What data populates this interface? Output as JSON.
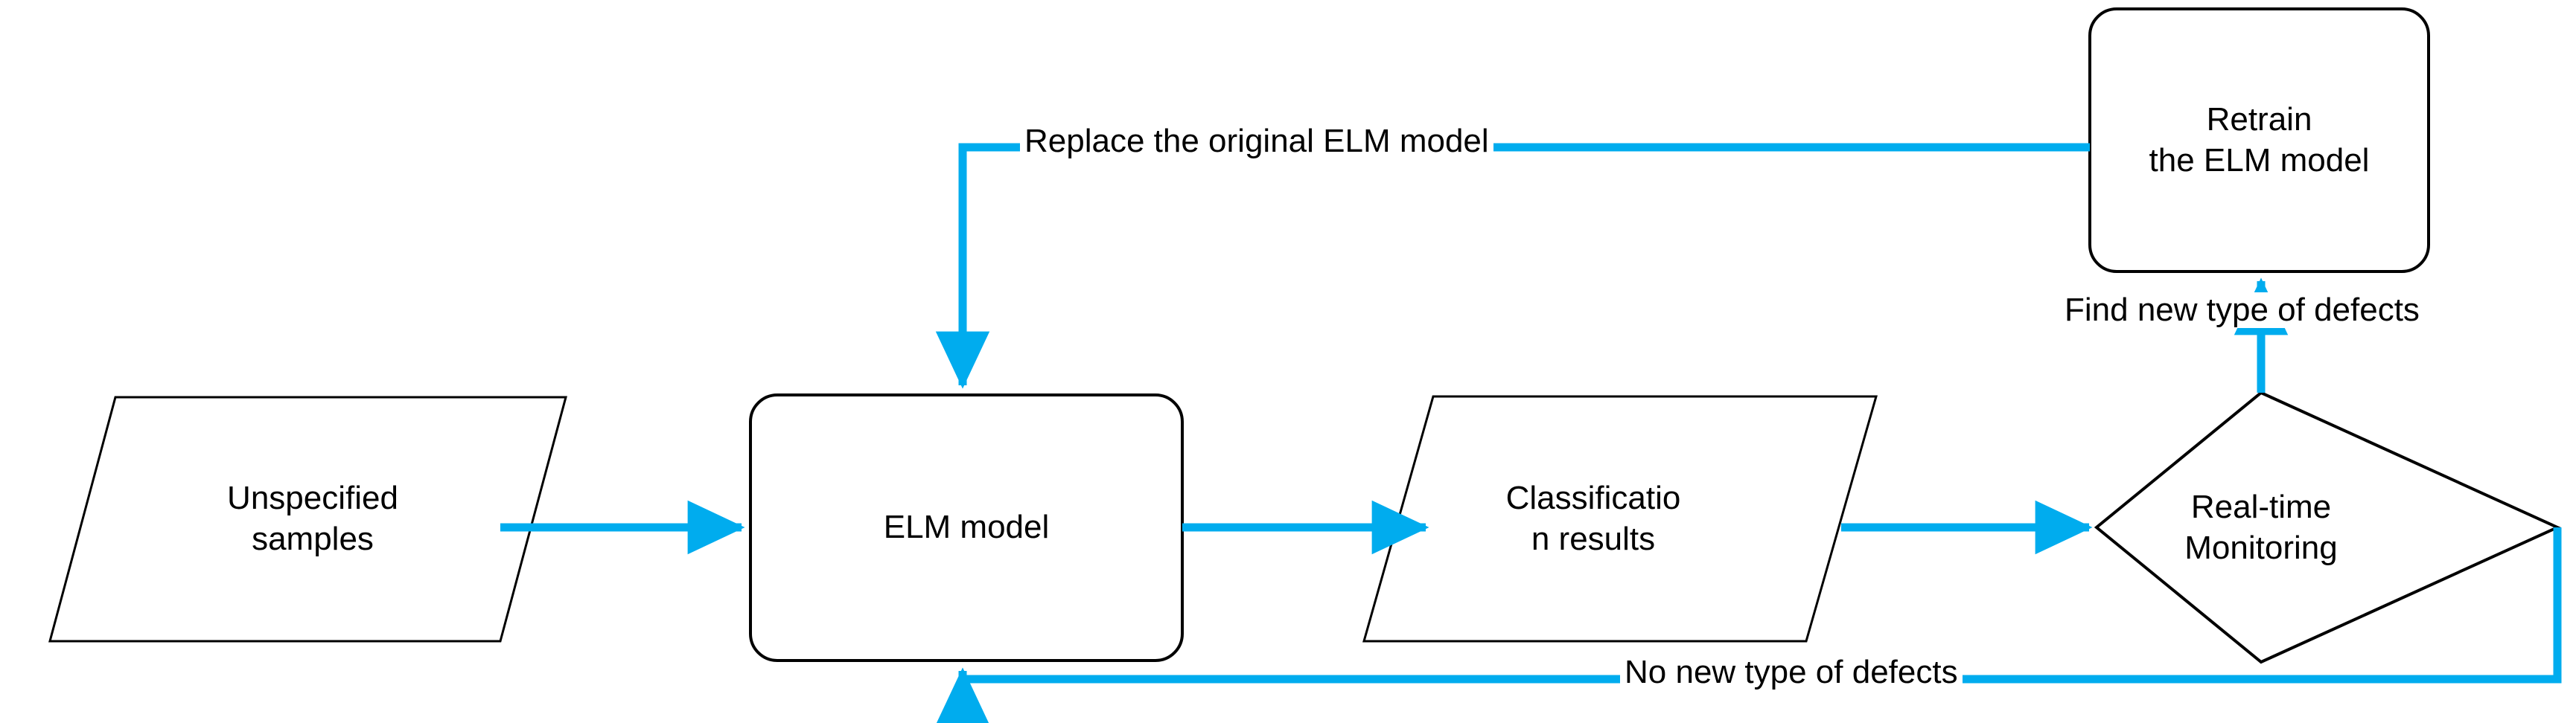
{
  "diagram": {
    "title": "ELM model online retraining flowchart",
    "colors": {
      "edge": "#00ACEE",
      "shape_stroke": "#000000",
      "shape_fill": "#FFFFFF",
      "text": "#000000",
      "background": "#FFFFFF"
    },
    "nodes": [
      {
        "id": "unspecified-samples",
        "shape": "parallelogram",
        "label": "Unspecified\nsamples"
      },
      {
        "id": "elm-model",
        "shape": "rounded-rectangle",
        "label": "ELM model"
      },
      {
        "id": "classification-results",
        "shape": "parallelogram",
        "label": "Classificatio\nn results"
      },
      {
        "id": "real-time-monitoring",
        "shape": "diamond",
        "label": "Real-time\nMonitoring"
      },
      {
        "id": "retrain-elm-model",
        "shape": "rounded-rectangle",
        "label": "Retrain\nthe ELM model"
      }
    ],
    "edges": [
      {
        "id": "samples-to-elm",
        "from": "unspecified-samples",
        "to": "elm-model",
        "label": ""
      },
      {
        "id": "elm-to-classification",
        "from": "elm-model",
        "to": "classification-results",
        "label": ""
      },
      {
        "id": "classification-to-monitoring",
        "from": "classification-results",
        "to": "real-time-monitoring",
        "label": ""
      },
      {
        "id": "monitoring-to-retrain",
        "from": "real-time-monitoring",
        "to": "retrain-elm-model",
        "label": "Find new type of defects"
      },
      {
        "id": "retrain-to-elm",
        "from": "retrain-elm-model",
        "to": "elm-model",
        "label": "Replace the original ELM model"
      },
      {
        "id": "monitoring-to-elm",
        "from": "real-time-monitoring",
        "to": "elm-model",
        "label": "No new type of defects"
      }
    ]
  }
}
